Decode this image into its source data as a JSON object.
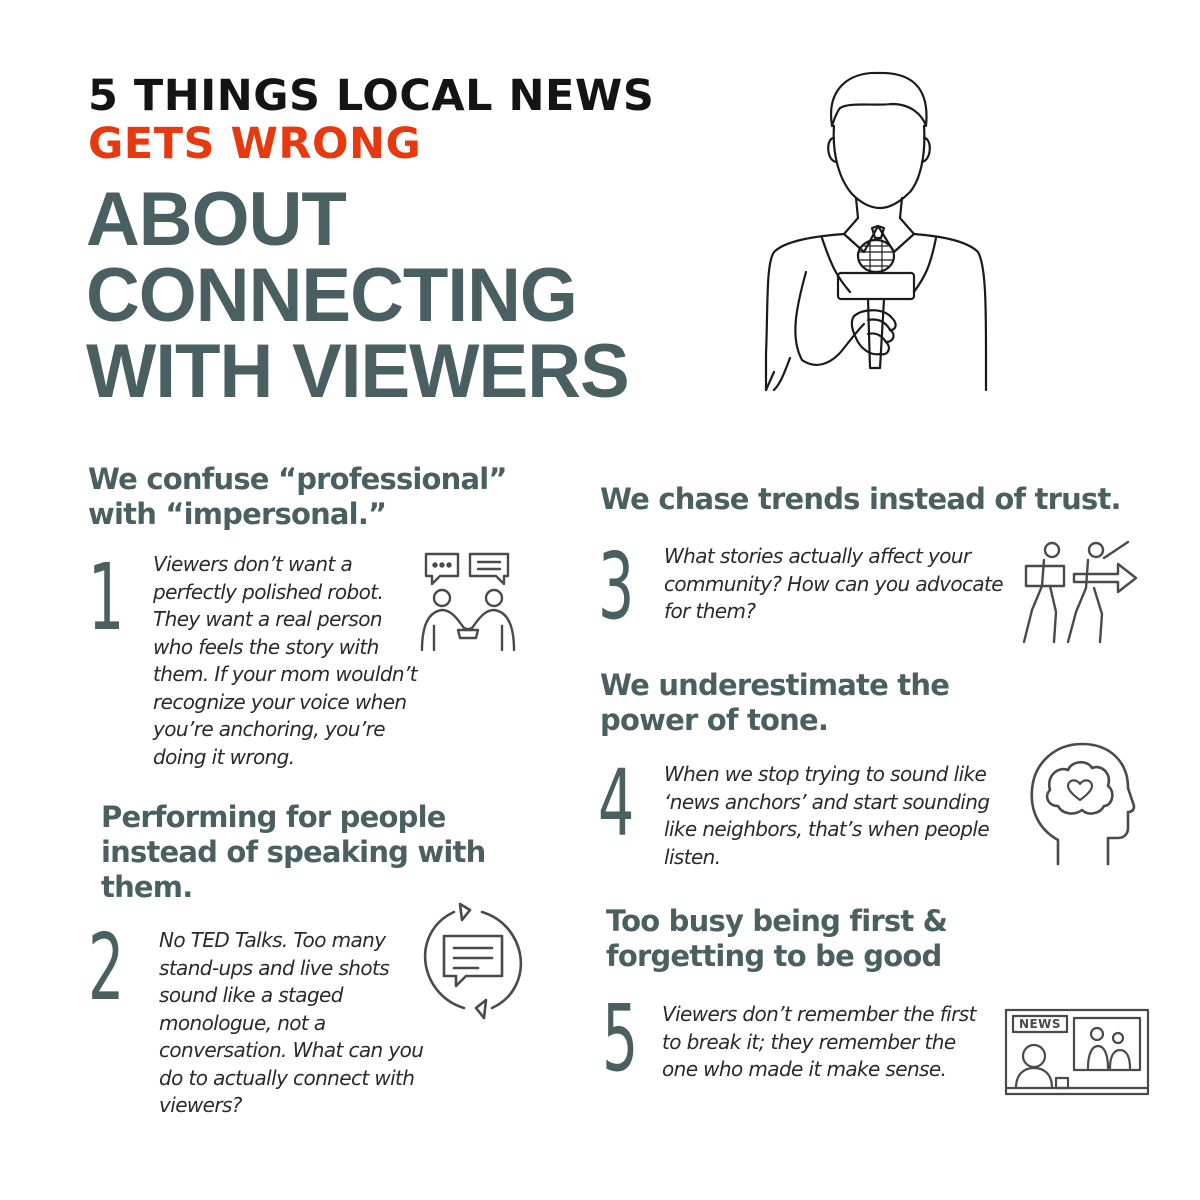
{
  "header": {
    "line1": "5 THINGS LOCAL NEWS",
    "line2": "GETS WRONG",
    "headline_lines": [
      "ABOUT",
      "CONNECTING",
      "WITH VIEWERS"
    ]
  },
  "items": [
    {
      "number": "1",
      "title_lines": [
        "We confuse “professional”",
        "with “impersonal.”"
      ],
      "body_lines": [
        "Viewers don’t want a",
        "perfectly polished robot.",
        "They want a real person",
        "who feels the story with",
        "them. If your mom wouldn’t",
        "recognize your voice when",
        "you’re anchoring,  you’re",
        "doing it wrong."
      ],
      "icon": "conversation-handshake-icon"
    },
    {
      "number": "2",
      "title_lines": [
        "Performing for people",
        "instead of speaking with",
        "them."
      ],
      "body_lines": [
        "No TED Talks. Too many",
        "stand-ups and live shots",
        "sound like a staged",
        "monologue, not a",
        "conversation. What can you",
        "do to actually connect with",
        "viewers?"
      ],
      "icon": "chat-refresh-icon"
    },
    {
      "number": "3",
      "title_lines": [
        "We chase trends instead of trust."
      ],
      "body_lines": [
        "What stories actually affect your",
        "community? How can you advocate",
        "for them?"
      ],
      "icon": "people-arrow-icon"
    },
    {
      "number": "4",
      "title_lines": [
        "We underestimate the",
        "power of tone."
      ],
      "body_lines": [
        "When we stop trying to sound like",
        "‘news anchors’ and start sounding",
        "like neighbors, that’s when people",
        "listen."
      ],
      "icon": "head-brain-heart-icon"
    },
    {
      "number": "5",
      "title_lines": [
        "Too busy being first &",
        "forgetting to be good"
      ],
      "body_lines": [
        "Viewers don’t remember the first",
        "to break it; they remember the",
        "one who made it make sense."
      ],
      "icon": "news-broadcast-icon",
      "icon_label": "NEWS"
    }
  ],
  "illustration": "news-reporter-microphone-icon",
  "colors": {
    "slate": "#4a5f62",
    "accent_red": "#e8380d",
    "black": "#141414"
  }
}
